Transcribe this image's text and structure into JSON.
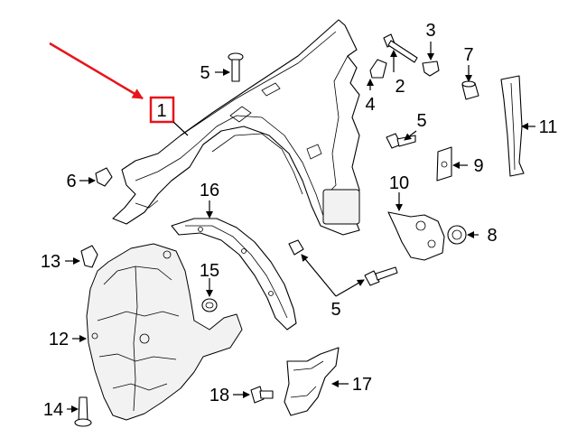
{
  "callouts": {
    "c1": "1",
    "c2": "2",
    "c3": "3",
    "c4": "4",
    "c5a": "5",
    "c5b": "5",
    "c5c": "5",
    "c6": "6",
    "c7": "7",
    "c8": "8",
    "c9": "9",
    "c10": "10",
    "c11": "11",
    "c12": "12",
    "c13": "13",
    "c14": "14",
    "c15": "15",
    "c16": "16",
    "c17": "17",
    "c18": "18"
  },
  "colors": {
    "highlight": "#e8141c",
    "line": "#000000",
    "background": "#ffffff"
  }
}
